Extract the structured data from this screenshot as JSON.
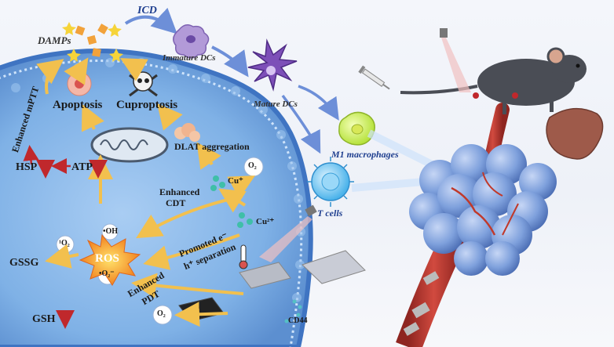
{
  "labels": {
    "damps": "DAMPs",
    "icd": "ICD",
    "immature_dcs": "Immature DCs",
    "mature_dcs": "Mature DCs",
    "m1_macrophages": "M1 macrophages",
    "t_cells": "T cells",
    "apoptosis": "Apoptosis",
    "cuproptosis": "Cuproptosis",
    "enhanced_mptt": "Enhanced mPTT",
    "hsp": "HSP",
    "atp": "ATP",
    "dlat_aggregation": "DLAT aggregation",
    "cu_plus": "Cu⁺",
    "o2_top": "O₂",
    "enhanced_cdt_1": "Enhanced",
    "enhanced_cdt_2": "CDT",
    "cu2_plus": "Cu²⁺",
    "oh_radical": "•OH",
    "promoted_1": "Promoted e⁻",
    "promoted_2": "h⁺ separation",
    "singlet_o2": "¹O₂",
    "ros": "ROS",
    "gssg": "GSSG",
    "superoxide": "•O₂⁻",
    "enhanced_pdt_1": "Enhanced",
    "enhanced_pdt_2": "PDT",
    "gsh": "GSH",
    "o2_bottom": "O₂",
    "cd44": "CD44"
  },
  "colors": {
    "cell_body": "#7fb1e6",
    "membrane": "#5c8fd0",
    "arrow_yellow": "#f2c04e",
    "arrow_blue": "#6d8fd8",
    "arrow_down_red": "#c0282c",
    "tumor": "#7ea0dc",
    "vessel": "#b8382f",
    "mouse": "#4a4d55",
    "ros_burst": "#f07a1a"
  },
  "icons": {
    "mouse": "mouse-icon",
    "laser": "laser-icon",
    "syringe": "syringe-icon",
    "liver": "liver-icon",
    "skull": "skull-icon",
    "mitochondria": "mitochondria-icon",
    "thermometer": "thermometer-icon",
    "nanosheet": "nanosheet-icon"
  }
}
